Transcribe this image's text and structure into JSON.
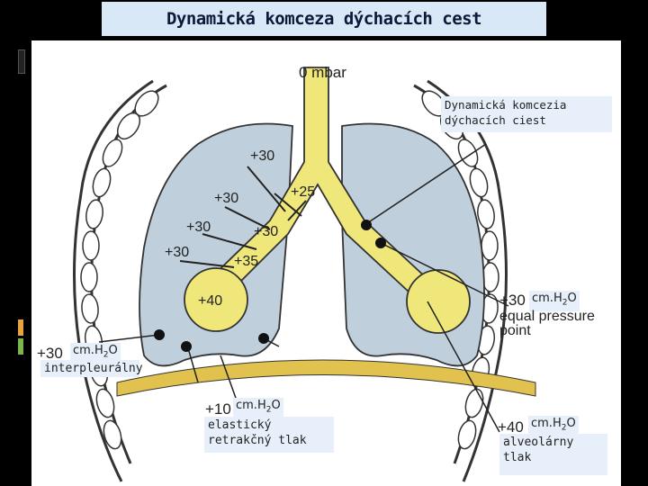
{
  "slide": {
    "title": "Dynamická komceza dýchacích cest"
  },
  "figure": {
    "top_label": "0 mbar",
    "callout_dynamic": "Dynamická komcezia dýchacích ciest",
    "pressures": {
      "p30a": "+30",
      "p30b": "+30",
      "p30c": "+30",
      "p30d": "+30",
      "p25": "+25",
      "p30e": "+30",
      "p35": "+35",
      "p40": "+40",
      "p30_right": "+30",
      "p30_left": "+30",
      "p10": "+10",
      "p40_bottom": "+40"
    },
    "unit_cmh2o": "cm.H2O",
    "equal_pressure": "equal pressure",
    "point": "point",
    "interpleural": "interpleurálny",
    "elastic": "elastický retrakčný tlak",
    "alveolar": "alveolárny tlak"
  },
  "colors": {
    "lung_fill": "#bfcfdb",
    "airway_fill": "#f0e77a",
    "diaphragm": "#e2c24f",
    "label_bg": "#e7f0fa"
  }
}
